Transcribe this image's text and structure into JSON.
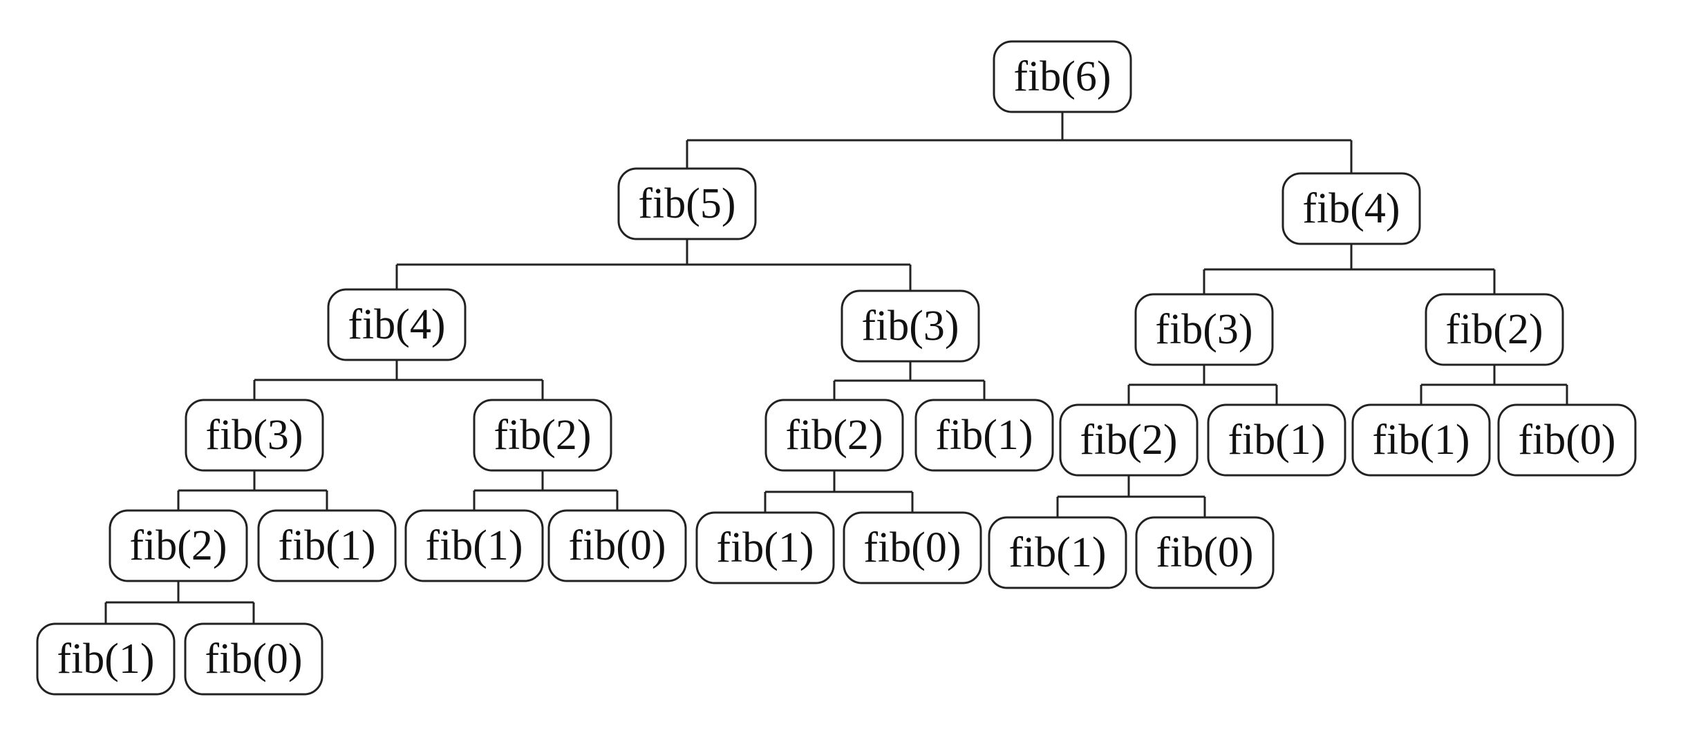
{
  "tree": {
    "label": "fib(6)",
    "children": [
      {
        "label": "fib(5)",
        "children": [
          {
            "label": "fib(4)",
            "children": [
              {
                "label": "fib(3)",
                "children": [
                  {
                    "label": "fib(2)",
                    "children": [
                      {
                        "label": "fib(1)"
                      },
                      {
                        "label": "fib(0)"
                      }
                    ]
                  },
                  {
                    "label": "fib(1)"
                  }
                ]
              },
              {
                "label": "fib(2)",
                "children": [
                  {
                    "label": "fib(1)"
                  },
                  {
                    "label": "fib(0)"
                  }
                ]
              }
            ]
          },
          {
            "label": "fib(3)",
            "children": [
              {
                "label": "fib(2)",
                "children": [
                  {
                    "label": "fib(1)"
                  },
                  {
                    "label": "fib(0)"
                  }
                ]
              },
              {
                "label": "fib(1)"
              }
            ]
          }
        ]
      },
      {
        "label": "fib(4)",
        "children": [
          {
            "label": "fib(3)",
            "children": [
              {
                "label": "fib(2)",
                "children": [
                  {
                    "label": "fib(1)"
                  },
                  {
                    "label": "fib(0)"
                  }
                ]
              },
              {
                "label": "fib(1)"
              }
            ]
          },
          {
            "label": "fib(2)",
            "children": [
              {
                "label": "fib(1)"
              },
              {
                "label": "fib(0)"
              }
            ]
          }
        ]
      }
    ]
  }
}
